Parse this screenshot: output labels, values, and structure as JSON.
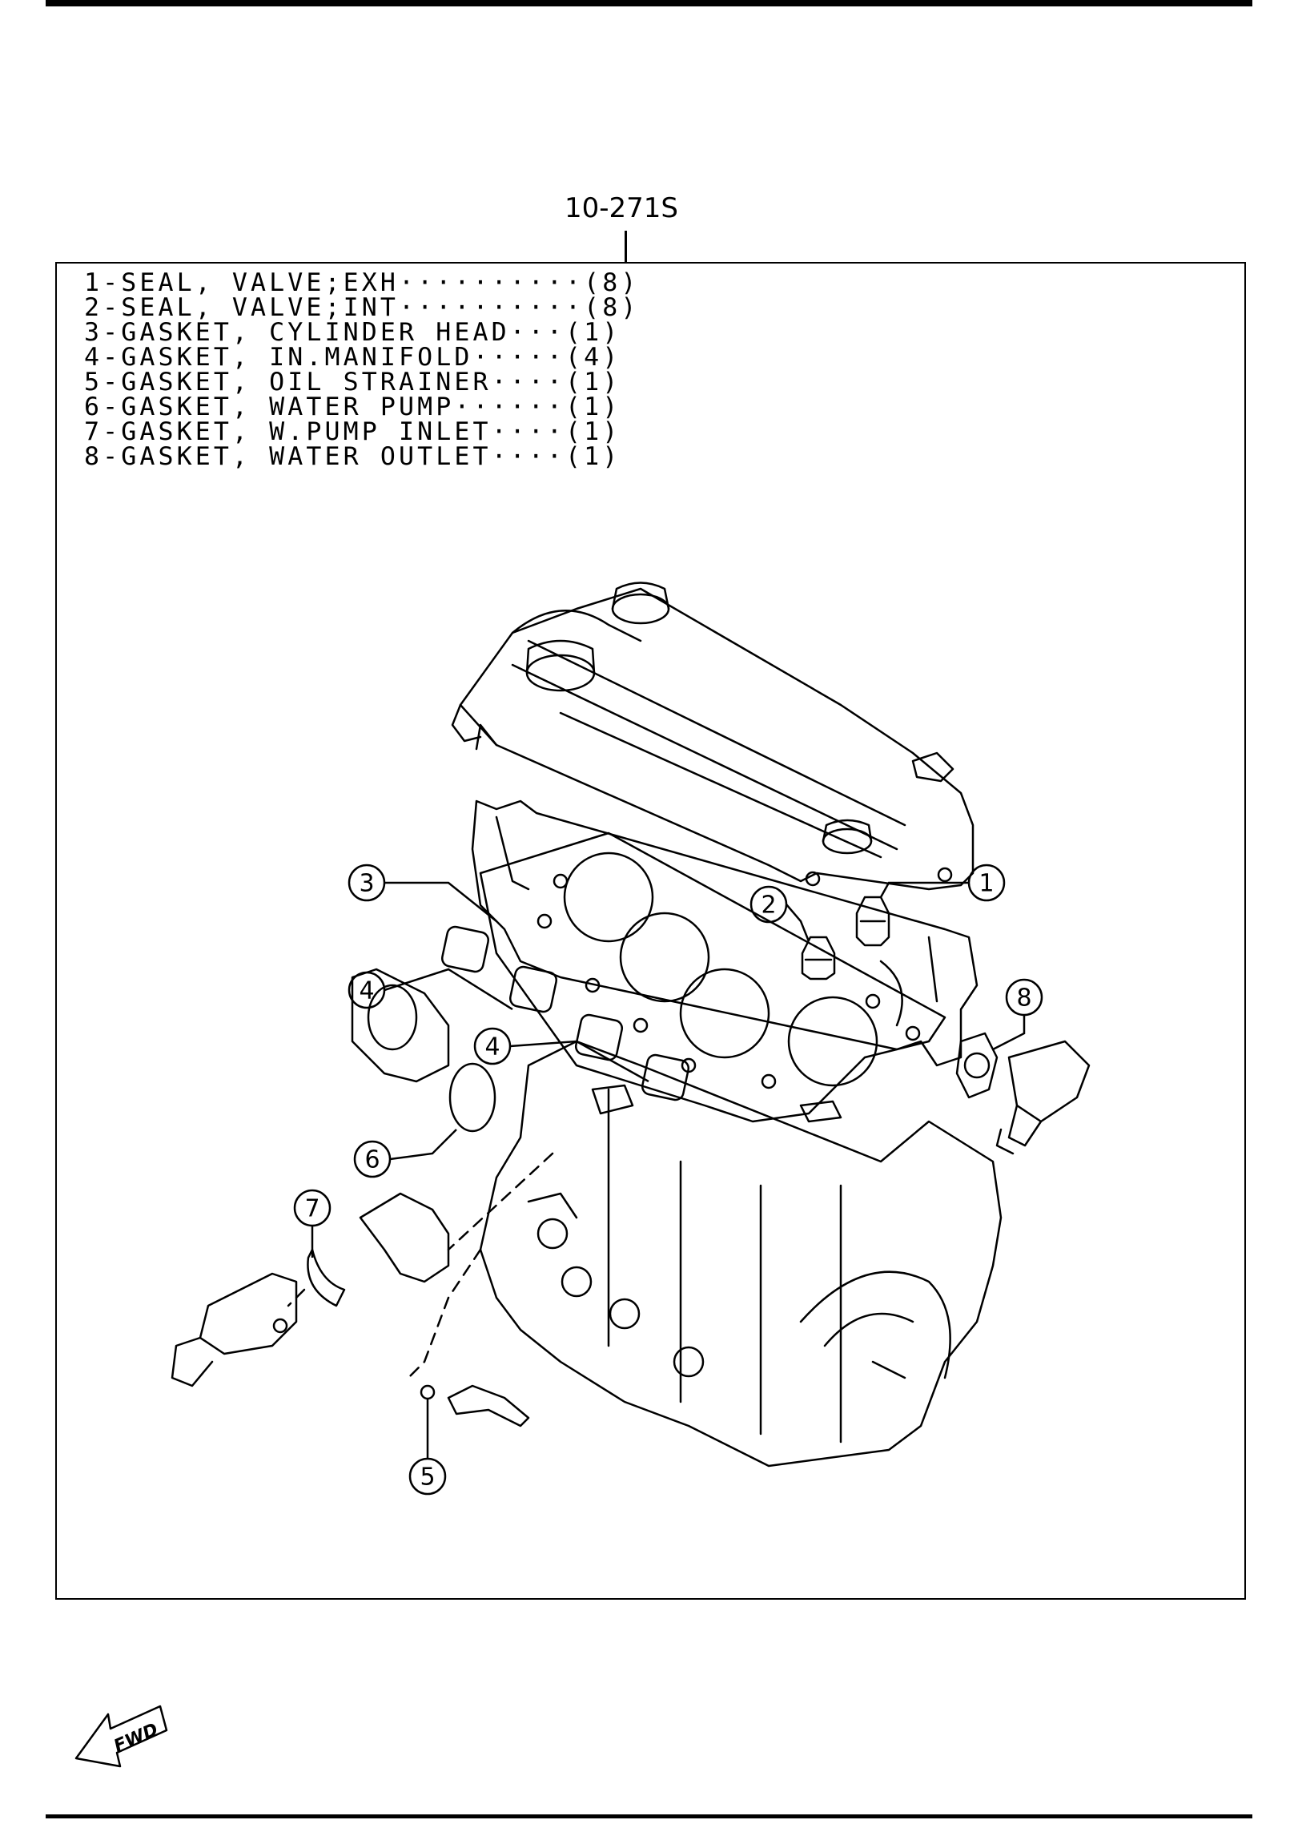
{
  "reference": "10-271S",
  "parts": [
    {
      "number": "1",
      "text": "1-SEAL, VALVE;EXH··········(8)"
    },
    {
      "number": "2",
      "text": "2-SEAL, VALVE;INT··········(8)"
    },
    {
      "number": "3",
      "text": "3-GASKET, CYLINDER HEAD···(1)"
    },
    {
      "number": "4",
      "text": "4-GASKET, IN.MANIFOLD·····(4)"
    },
    {
      "number": "5",
      "text": "5-GASKET, OIL STRAINER····(1)"
    },
    {
      "number": "6",
      "text": "6-GASKET, WATER PUMP······(1)"
    },
    {
      "number": "7",
      "text": "7-GASKET, W.PUMP INLET····(1)"
    },
    {
      "number": "8",
      "text": "8-GASKET, WATER OUTLET····(1)"
    }
  ],
  "callouts": [
    "1",
    "2",
    "3",
    "4",
    "4",
    "5",
    "6",
    "7",
    "8"
  ],
  "fwd_label": "FWD"
}
